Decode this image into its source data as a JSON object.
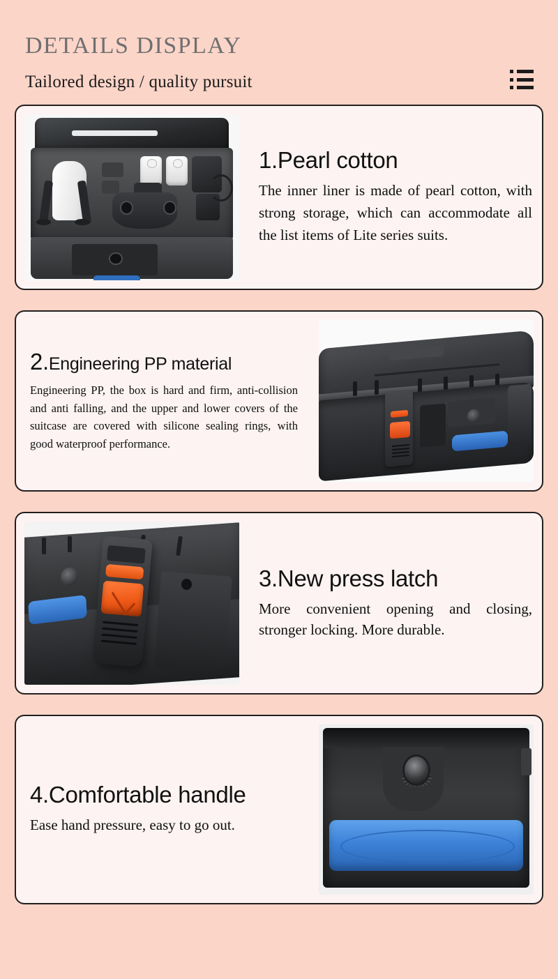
{
  "theme": {
    "background": "#fbd5c8",
    "card_background": "#fcf3f2",
    "card_border": "#231f1e",
    "title_color": "#6f6f70",
    "text_color": "#0f0f0f",
    "accent_orange": "#f05a18",
    "accent_blue": "#2a66b8"
  },
  "header": {
    "title": "DETAILS DISPLAY",
    "subtitle": "Tailored design / quality pursuit",
    "icon": "list-icon"
  },
  "cards": [
    {
      "number": "1.",
      "heading": "1.Pearl cotton",
      "body": "The inner liner is made of pearl cotton, with strong storage, which can accommodate all the list items of Lite series suits.",
      "image_alt": "open-case-with-drone-kit",
      "layout": "image-left"
    },
    {
      "number": "2.",
      "heading_number": "2.",
      "heading_rest": "Engineering PP material",
      "heading": "2.Engineering PP material",
      "body": "Engineering PP, the box is hard and firm, anti-collision and anti falling, and the upper and lower covers of the suitcase are covered with silicone sealing rings, with good waterproof performance.",
      "image_alt": "closed-black-case",
      "layout": "image-right"
    },
    {
      "number": "3.",
      "heading": "3.New press latch",
      "body": "More convenient opening and closing, stronger locking. More durable.",
      "image_alt": "orange-press-latch-closeup",
      "layout": "image-left"
    },
    {
      "number": "4.",
      "heading": "4.Comfortable handle",
      "body": "Ease hand pressure, easy to go out.",
      "image_alt": "blue-rubber-handle-closeup",
      "layout": "image-right"
    }
  ]
}
